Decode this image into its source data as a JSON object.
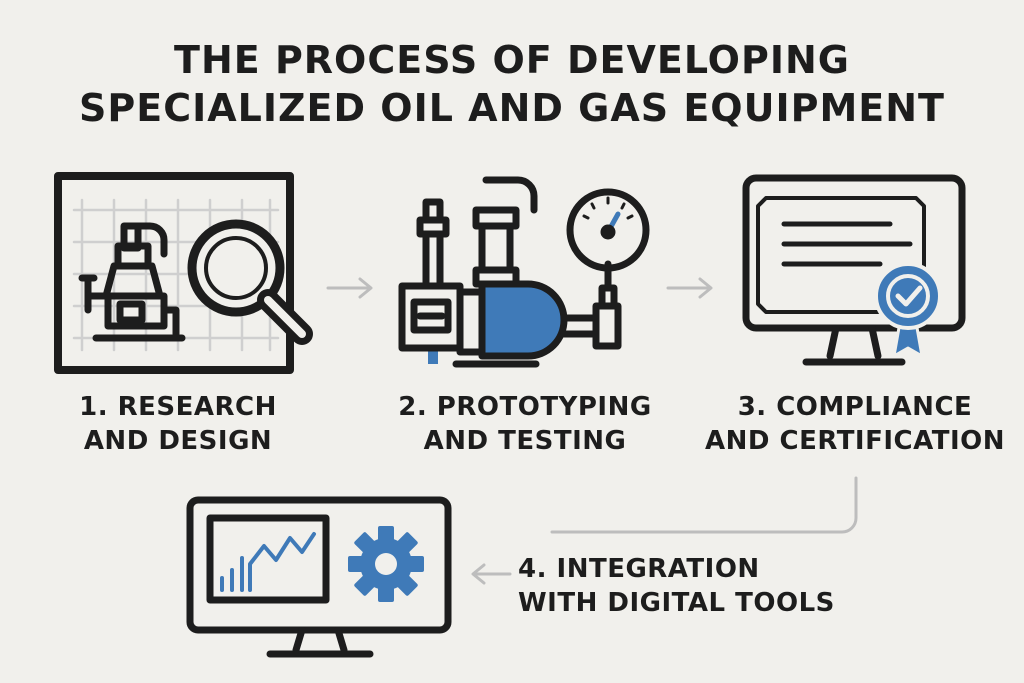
{
  "title": {
    "line1": "THE PROCESS OF DEVELOPING",
    "line2": "SPECIALIZED OIL AND GAS EQUIPMENT"
  },
  "steps": [
    {
      "line1": "1. RESEARCH",
      "line2": "AND DESIGN",
      "icon": "blueprint-magnifier-icon"
    },
    {
      "line1": "2. PROTOTYPING",
      "line2": "AND TESTING",
      "icon": "pump-pressure-gauge-icon"
    },
    {
      "line1": "3. COMPLIANCE",
      "line2": "AND CERTIFICATION",
      "icon": "monitor-certificate-icon"
    },
    {
      "line1": "4. INTEGRATION",
      "line2": "WITH DIGITAL TOOLS",
      "icon": "monitor-chart-gear-icon"
    }
  ],
  "colors": {
    "background": "#f1f0ec",
    "ink": "#1d1d1d",
    "accent_blue": "#3f7ab8",
    "arrow_gray": "#bdbdbd"
  }
}
